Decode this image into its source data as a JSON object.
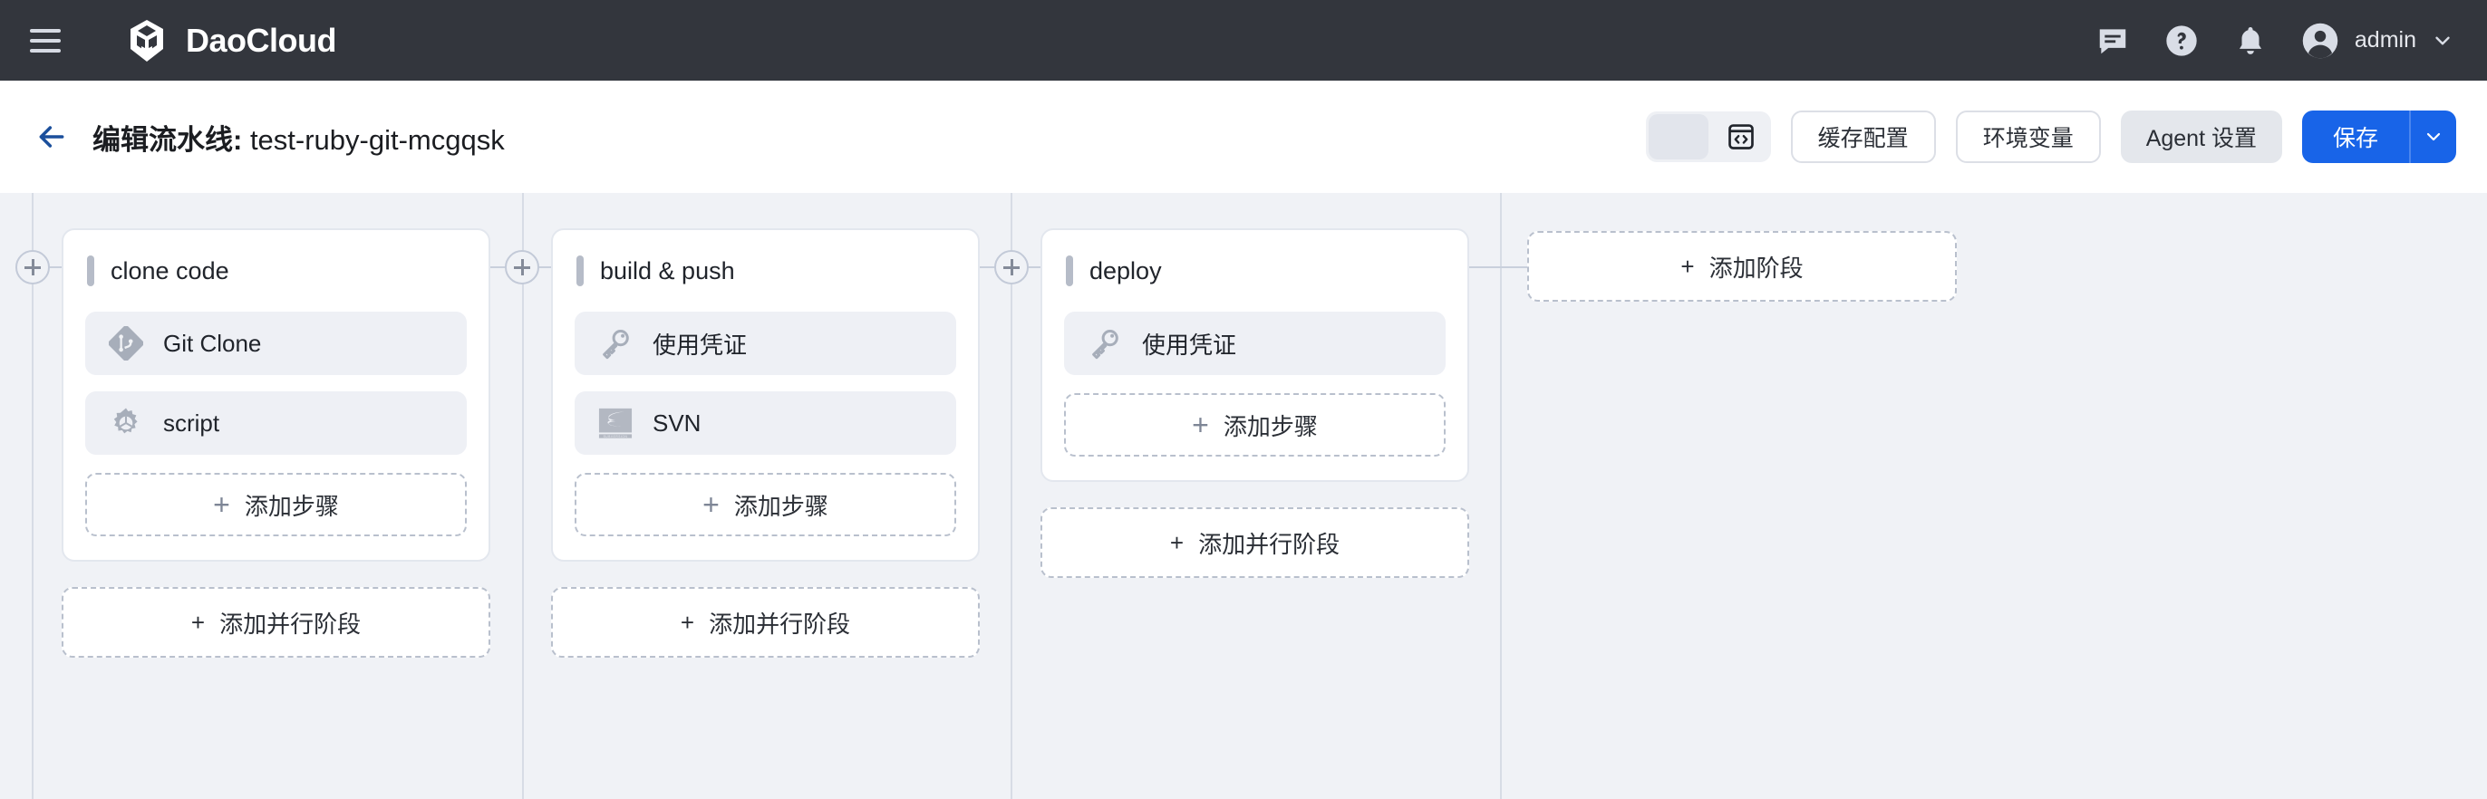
{
  "topbar": {
    "menu_icon": "hamburger-icon",
    "brand_name": "DaoCloud",
    "icons": [
      "feedback-icon",
      "help-icon",
      "notification-icon"
    ],
    "user_name": "admin",
    "user_caret": "chevron-down-icon",
    "bg_color": "#33363d"
  },
  "toolbar": {
    "back_icon": "back-arrow-icon",
    "title_prefix": "编辑流水线: ",
    "title_value": "test-ruby-git-mcgqsk",
    "view_toggle": {
      "graph_label": "",
      "code_icon": "code-view-icon",
      "selected": "graph"
    },
    "cache_config_label": "缓存配置",
    "env_vars_label": "环境变量",
    "agent_settings_label": "Agent 设置",
    "save_label": "保存",
    "save_caret": "chevron-down-icon",
    "primary_color": "#1864e8"
  },
  "canvas": {
    "bg_color": "#f0f2f6",
    "add_stage_label": "添加阶段",
    "add_step_label": "添加步骤",
    "add_parallel_stage_label": "添加并行阶段",
    "stages": [
      {
        "name": "clone code",
        "steps": [
          {
            "label": "Git Clone",
            "icon": "git-icon"
          },
          {
            "label": "script",
            "icon": "gear-icon"
          }
        ],
        "has_parallel_button": true
      },
      {
        "name": "build & push",
        "steps": [
          {
            "label": "使用凭证",
            "icon": "key-icon"
          },
          {
            "label": "SVN",
            "icon": "svn-icon"
          }
        ],
        "has_parallel_button": true
      },
      {
        "name": "deploy",
        "steps": [
          {
            "label": "使用凭证",
            "icon": "key-icon"
          }
        ],
        "has_parallel_button": true
      }
    ]
  }
}
